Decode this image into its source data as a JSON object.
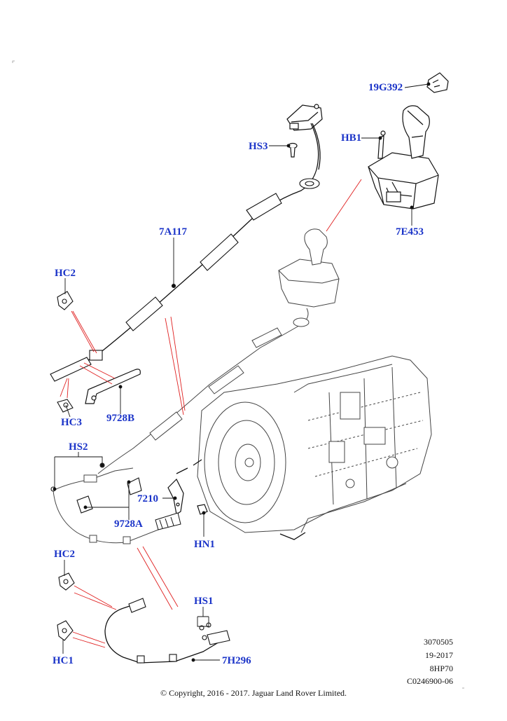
{
  "diagram": {
    "labels": {
      "p19G392": "19G392",
      "hb1": "HB1",
      "hs3": "HS3",
      "p7E453": "7E453",
      "p7A117": "7A117",
      "hc2_top": "HC2",
      "hc3": "HC3",
      "p9728B": "9728B",
      "hs2": "HS2",
      "p7210": "7210",
      "p9728A": "9728A",
      "hn1": "HN1",
      "hc2_bottom": "HC2",
      "hs1": "HS1",
      "hc1": "HC1",
      "p7H296": "7H296"
    },
    "meta": [
      "3070505",
      "19-2017",
      "8HP70",
      "C0246900-06"
    ],
    "copyright": "© Copyright, 2016 - 2017. Jaguar Land Rover Limited.",
    "colors": {
      "label": "#1a33c8",
      "leader": "#e02020",
      "line": "#111111"
    }
  }
}
